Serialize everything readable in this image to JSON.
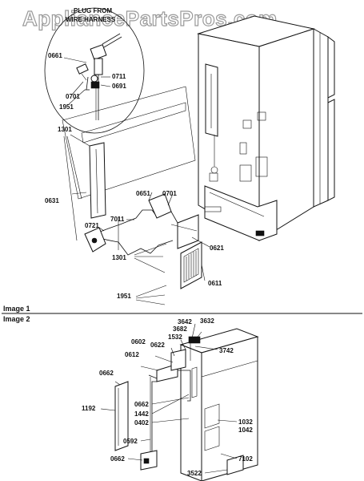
{
  "watermark": "AppliancePartsPros.com",
  "inset": {
    "title_line1": "PLUG FROM",
    "title_line2": "WIRE HARNESS",
    "labels": [
      "0661",
      "0711",
      "0691",
      "0701",
      "1951"
    ]
  },
  "image1": {
    "section_label": "Image 1",
    "labels": [
      "1301",
      "0651",
      "0701",
      "7011",
      "0721",
      "0631",
      "0621",
      "1301",
      "0611",
      "1951"
    ]
  },
  "image2": {
    "section_label": "Image 2",
    "labels": [
      "3642",
      "3632",
      "3682",
      "1532",
      "0602",
      "0622",
      "3742",
      "0612",
      "0662",
      "1192",
      "0662",
      "1442",
      "0402",
      "1032",
      "1042",
      "0592",
      "0662",
      "7102",
      "3522"
    ]
  }
}
